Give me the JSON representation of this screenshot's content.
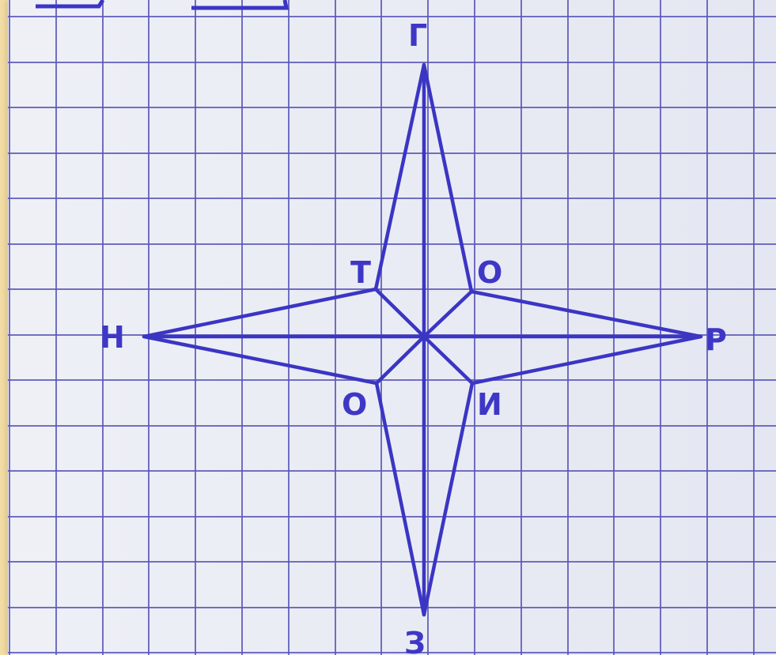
{
  "diagram": {
    "colors": {
      "ink": "#3b35c4",
      "grid": "#5a57b8",
      "paper": "#eef0f6",
      "background": "#f6e3b4"
    },
    "labels": {
      "top": "Г",
      "upper_left": "Т",
      "upper_right": "О",
      "left": "Н",
      "right": "Р",
      "lower_left": "О",
      "lower_right": "И",
      "bottom": "З"
    }
  }
}
